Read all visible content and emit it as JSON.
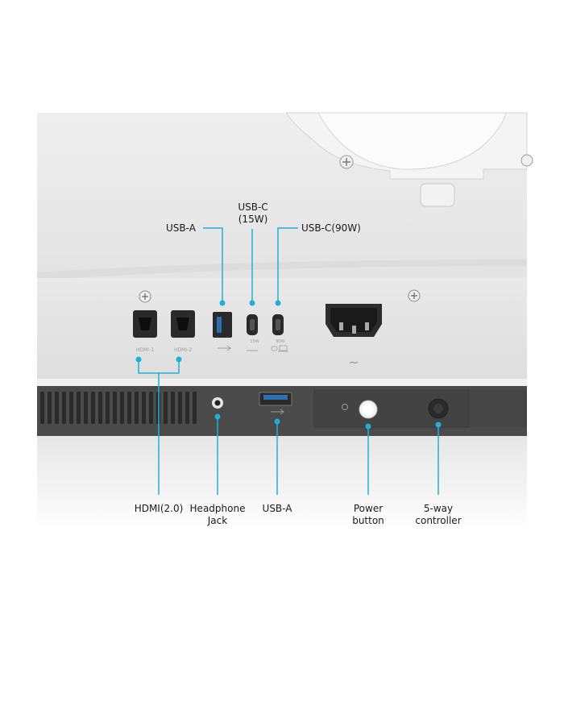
{
  "image": {
    "accent_color": "#1fb0d6",
    "monitor_color": "#e4e4e4",
    "panel_color": "#4a4a4a",
    "callouts_top": {
      "usb_a": "USB-A",
      "usb_c_15w_line1": "USB-C",
      "usb_c_15w_line2": "(15W)",
      "usb_c_90w": "USB-C(90W)"
    },
    "callouts_bottom": {
      "hdmi": "HDMI(2.0)",
      "headphone_line1": "Headphone",
      "headphone_line2": "Jack",
      "usb_a": "USB-A",
      "power_line1": "Power",
      "power_line2": "button",
      "controller_line1": "5-way",
      "controller_line2": "controller"
    },
    "port_markings": {
      "hdmi1": "HDMI-1",
      "hdmi2": "HDMI-2",
      "usb_c_15w_rating": "15W",
      "usb_c_90w_rating": "90W",
      "ac_symbol": "~"
    }
  }
}
